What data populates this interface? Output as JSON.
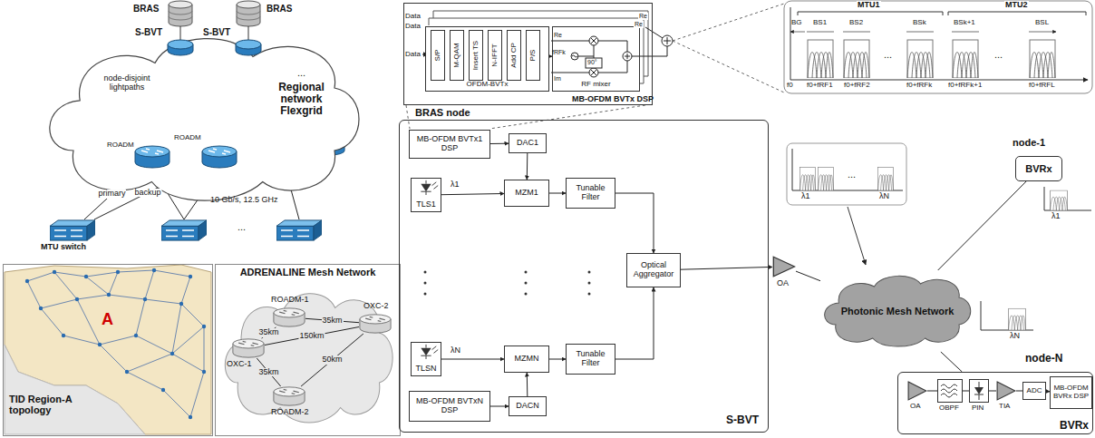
{
  "diagram": {
    "nodes": [
      {
        "text": [
          "Regional network Flexgrid"
        ]
      },
      {
        "text": [
          "BRAS",
          "S-BVT"
        ]
      },
      {
        "text": [
          "BRAS",
          "S-BVT"
        ]
      },
      {
        "text": [
          "ROADM"
        ],
        "in": 0
      },
      {
        "text": [
          "ROADM"
        ],
        "in": 0
      },
      {
        "text": [
          "MTU switch"
        ]
      },
      {
        "text": [
          "TID Region-A topology"
        ]
      },
      {
        "text": [
          "ADRENALINE Mesh Network"
        ]
      },
      {
        "text": [
          "ROADM-1"
        ],
        "in": 7
      },
      {
        "text": [
          "OXC-2"
        ],
        "in": 7
      },
      {
        "text": [
          "ROADM-2"
        ],
        "in": 7
      },
      {
        "text": [
          "OXC-1"
        ],
        "in": 7
      },
      {
        "text": [
          "MB-OFDM BVTx DSP"
        ]
      },
      {
        "text": [
          "OFDM-BVTx"
        ],
        "in": 12
      },
      {
        "text": [
          "S/P"
        ],
        "in": 13
      },
      {
        "text": [
          "M-QAM"
        ],
        "in": 13
      },
      {
        "text": [
          "Insert TS"
        ],
        "in": 13
      },
      {
        "text": [
          "N-IFFT"
        ],
        "in": 13
      },
      {
        "text": [
          "Add CP"
        ],
        "in": 13
      },
      {
        "text": [
          "P/S"
        ],
        "in": 13
      },
      {
        "text": [
          "RF mixer"
        ],
        "in": 12
      },
      {
        "text": [
          "S-BVT"
        ]
      },
      {
        "text": [
          "MB-OFDM BVTx1 DSP"
        ],
        "in": 21
      },
      {
        "text": [
          "DAC1"
        ],
        "in": 21
      },
      {
        "text": [
          "TLS1"
        ],
        "in": 21
      },
      {
        "text": [
          "MZM1"
        ],
        "in": 21
      },
      {
        "text": [
          "Tunable Filter"
        ],
        "in": 21
      },
      {
        "text": [
          "TLSN"
        ],
        "in": 21
      },
      {
        "text": [
          "MZMN"
        ],
        "in": 21
      },
      {
        "text": [
          "Tunable Filter"
        ],
        "in": 21
      },
      {
        "text": [
          "MB-OFDM BVTxN DSP"
        ],
        "in": 21
      },
      {
        "text": [
          "DACN"
        ],
        "in": 21
      },
      {
        "text": [
          "Optical Aggregator"
        ],
        "in": 21
      },
      {
        "text": [
          "OA"
        ]
      },
      {
        "text": [
          "Photonic Mesh Network"
        ]
      },
      {
        "text": [
          "node-1",
          "BVRx"
        ]
      },
      {
        "text": [
          "node-N",
          "BVRx"
        ]
      },
      {
        "text": [
          "OA"
        ],
        "in": 36
      },
      {
        "text": [
          "OBPF"
        ],
        "in": 36
      },
      {
        "text": [
          "PIN"
        ],
        "in": 36
      },
      {
        "text": [
          "TIA"
        ],
        "in": 36
      },
      {
        "text": [
          "ADC"
        ],
        "in": 36
      },
      {
        "text": [
          "MB-OFDM BVRx DSP"
        ],
        "in": 36
      }
    ],
    "edges": [
      {
        "from": 5,
        "to": 3,
        "arrow": "none",
        "label": "primary"
      },
      {
        "from": 5,
        "to": 4,
        "arrow": "none",
        "label": "backup"
      },
      {
        "from": 3,
        "to": 1,
        "arrow": "to"
      },
      {
        "from": 4,
        "to": 2,
        "arrow": "to"
      },
      {
        "from": 11,
        "to": 8,
        "arrow": "none",
        "label": "35km"
      },
      {
        "from": 8,
        "to": 9,
        "arrow": "none",
        "label": "35km"
      },
      {
        "from": 11,
        "to": 9,
        "arrow": "none",
        "label": "150km"
      },
      {
        "from": 11,
        "to": 10,
        "arrow": "none",
        "label": "35km"
      },
      {
        "from": 10,
        "to": 9,
        "arrow": "none",
        "label": "50km"
      },
      {
        "from": 14,
        "to": 15,
        "arrow": "to"
      },
      {
        "from": 15,
        "to": 16,
        "arrow": "to"
      },
      {
        "from": 16,
        "to": 17,
        "arrow": "to"
      },
      {
        "from": 17,
        "to": 18,
        "arrow": "to"
      },
      {
        "from": 18,
        "to": 19,
        "arrow": "to"
      },
      {
        "from": 19,
        "to": 20,
        "arrow": "to"
      },
      {
        "from": 22,
        "to": 23,
        "arrow": "to"
      },
      {
        "from": 23,
        "to": 25,
        "arrow": "to"
      },
      {
        "from": 24,
        "to": 25,
        "arrow": "to"
      },
      {
        "from": 25,
        "to": 26,
        "arrow": "to"
      },
      {
        "from": 26,
        "to": 32,
        "arrow": "to"
      },
      {
        "from": 30,
        "to": 31,
        "arrow": "to"
      },
      {
        "from": 31,
        "to": 28,
        "arrow": "to"
      },
      {
        "from": 27,
        "to": 28,
        "arrow": "to"
      },
      {
        "from": 28,
        "to": 29,
        "arrow": "to"
      },
      {
        "from": 29,
        "to": 32,
        "arrow": "to"
      },
      {
        "from": 32,
        "to": 33,
        "arrow": "to"
      },
      {
        "from": 33,
        "to": 34,
        "arrow": "none"
      },
      {
        "from": 34,
        "to": 35,
        "arrow": "none"
      },
      {
        "from": 34,
        "to": 36,
        "arrow": "none"
      },
      {
        "from": 37,
        "to": 38,
        "arrow": "none"
      },
      {
        "from": 38,
        "to": 39,
        "arrow": "none"
      },
      {
        "from": 39,
        "to": 40,
        "arrow": "none"
      },
      {
        "from": 40,
        "to": 41,
        "arrow": "none"
      },
      {
        "from": 41,
        "to": 42,
        "arrow": "to"
      }
    ],
    "labels": [
      "node-disjoint lightpaths",
      "10 Gb/s, 12.5 GHz",
      "...",
      "...",
      "A",
      "BRAS node",
      "Data",
      "Data",
      "Data",
      "Re",
      "Re",
      "Re",
      "Im",
      "fRFk",
      "90°",
      "λ1",
      "λN",
      "MTU1",
      "MTU2",
      "BG",
      "BS1",
      "BS2",
      "BSk",
      "BSk+1",
      "BSL",
      "f0",
      "f0+fRF1",
      "f0+fRF2",
      "f0+fRFk",
      "f0+fRFk+1",
      "f0+fRFL",
      "...",
      "...",
      "λ1",
      "λN",
      "...",
      "λ1",
      "λN"
    ]
  }
}
